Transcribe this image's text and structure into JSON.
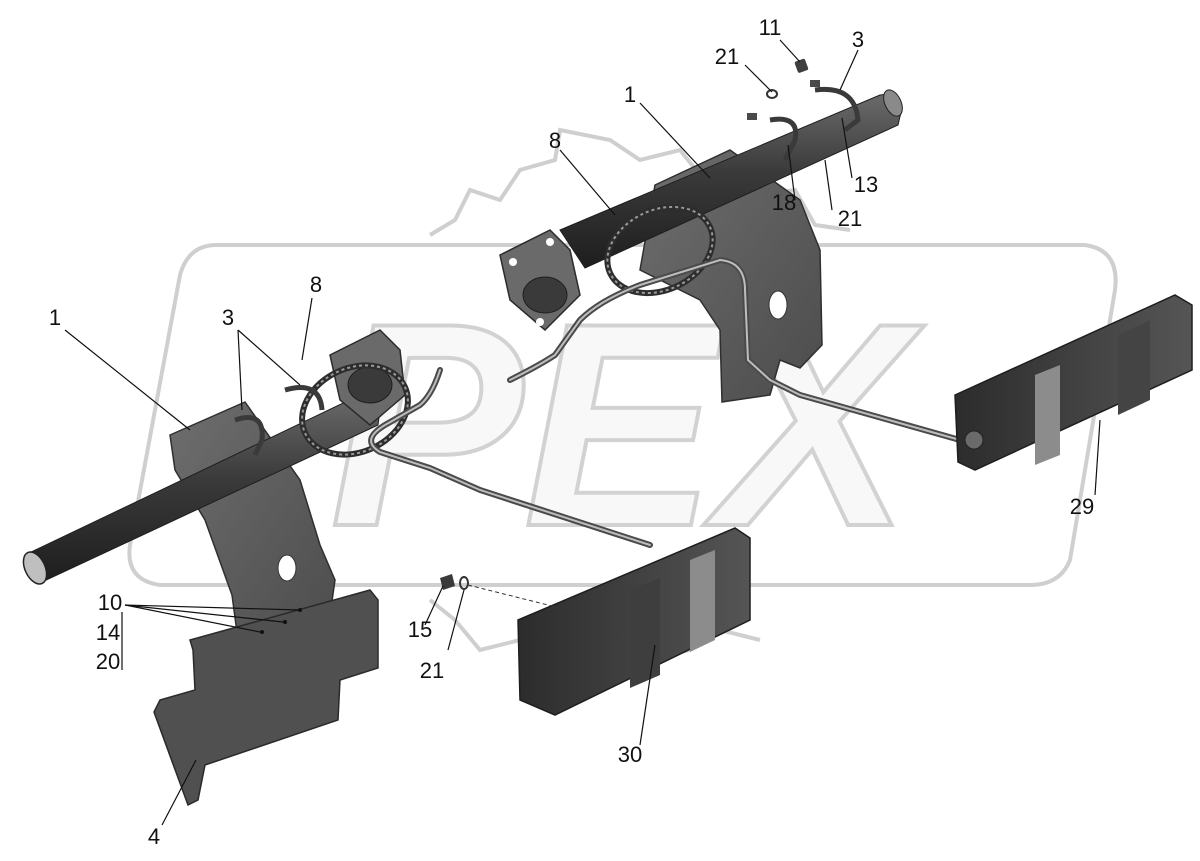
{
  "diagram": {
    "watermark": "РЕХ",
    "colors": {
      "part_dark": "#3c3c3c",
      "part_mid": "#5a5a5a",
      "part_light": "#7a7a7a",
      "watermark": "#d4d4d4",
      "leader": "#111111"
    },
    "callouts": [
      {
        "id": "c1",
        "label": "11"
      },
      {
        "id": "c2",
        "label": "3"
      },
      {
        "id": "c3",
        "label": "21"
      },
      {
        "id": "c4",
        "label": "1"
      },
      {
        "id": "c5",
        "label": "8"
      },
      {
        "id": "c6",
        "label": "13"
      },
      {
        "id": "c7",
        "label": "18"
      },
      {
        "id": "c8",
        "label": "21"
      },
      {
        "id": "c9",
        "label": "1"
      },
      {
        "id": "c10",
        "label": "3"
      },
      {
        "id": "c11",
        "label": "8"
      },
      {
        "id": "c12",
        "label": "10"
      },
      {
        "id": "c13",
        "label": "14"
      },
      {
        "id": "c14",
        "label": "20"
      },
      {
        "id": "c15",
        "label": "15"
      },
      {
        "id": "c16",
        "label": "21"
      },
      {
        "id": "c17",
        "label": "29"
      },
      {
        "id": "c18",
        "label": "30"
      },
      {
        "id": "c19",
        "label": "4"
      }
    ]
  }
}
